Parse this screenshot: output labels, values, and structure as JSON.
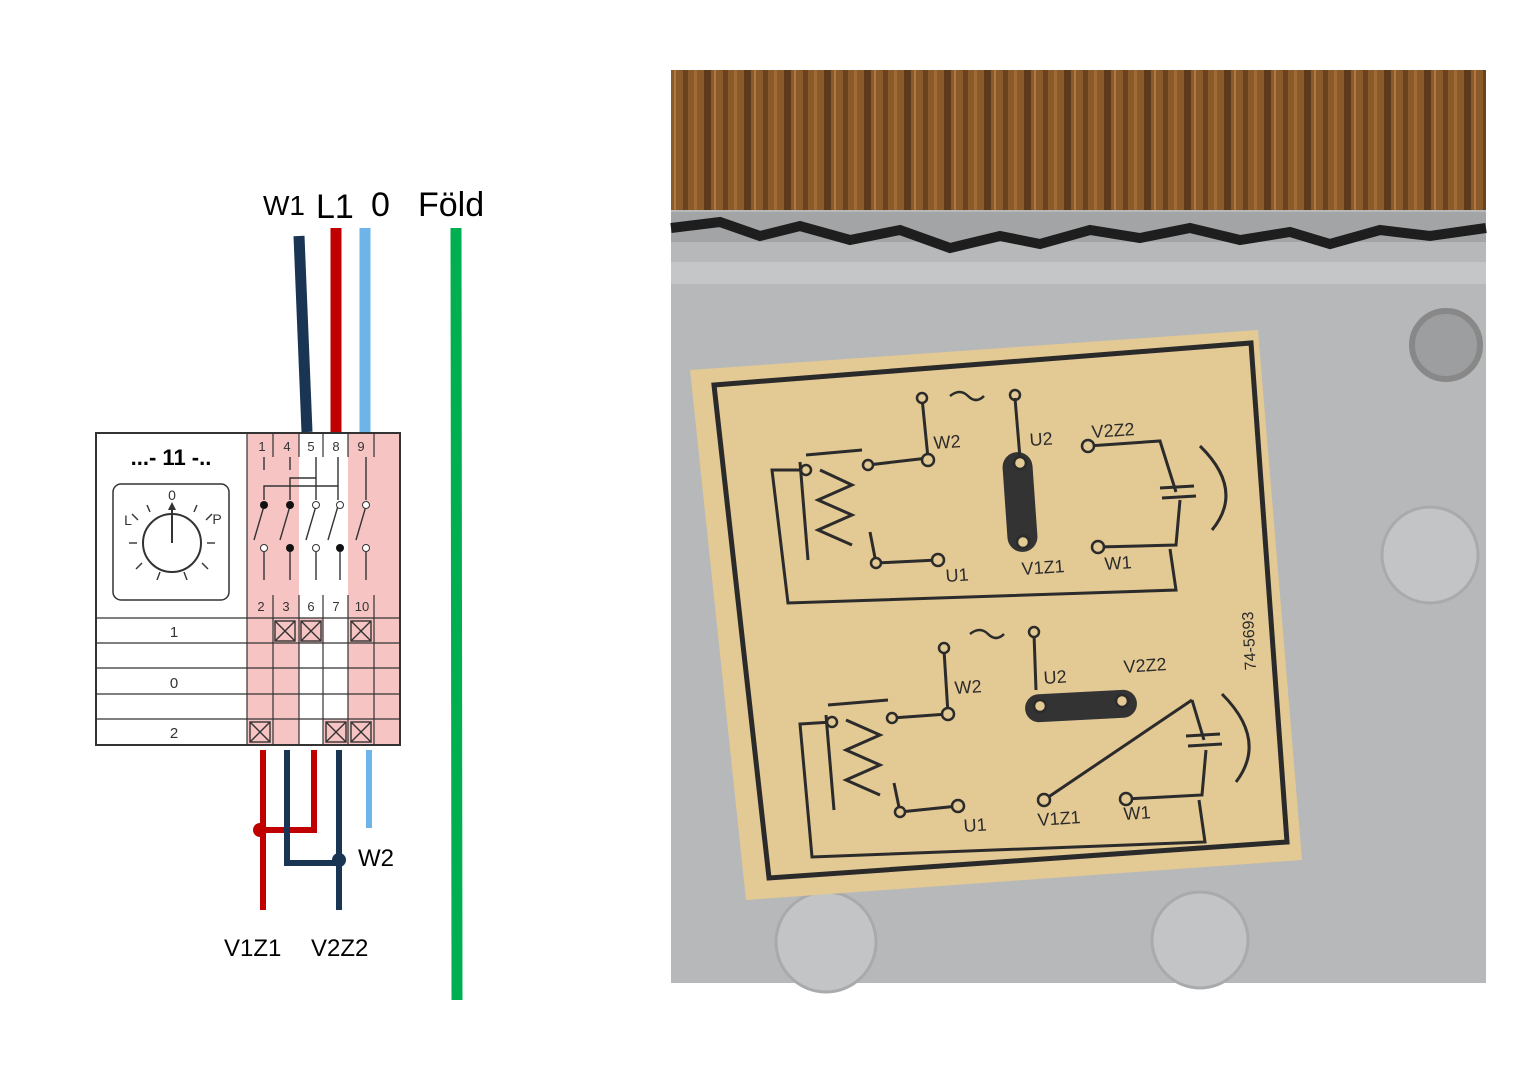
{
  "wiring": {
    "top_labels": {
      "w1": "W1",
      "l1": "L1",
      "zero": "0",
      "fold": "Föld"
    },
    "switch_title": "...- 11 -..",
    "dial": {
      "zero": "0",
      "left": "L",
      "right": "P"
    },
    "top_terminals": [
      "1",
      "4",
      "5",
      "8",
      "9"
    ],
    "bottom_terminals": [
      "2",
      "3",
      "6",
      "7",
      "10"
    ],
    "positions": [
      "1",
      "0",
      "2"
    ],
    "bottom_labels": {
      "w2": "W2",
      "v1z1": "V1Z1",
      "v2z2": "V2Z2"
    }
  },
  "colors": {
    "w1_wire": "#1a3553",
    "l1_wire": "#c00000",
    "zero_wire": "#6fb4e8",
    "earth_wire": "#00b050",
    "switch_fill": "#f7c4c4"
  },
  "photo": {
    "label": {
      "top": {
        "w2": "W2",
        "u2": "U2",
        "v2z2": "V2Z2",
        "u1": "U1",
        "v1z1": "V1Z1",
        "w1": "W1"
      },
      "bottom": {
        "w2": "W2",
        "u2": "U2",
        "v2z2": "V2Z2",
        "u1": "U1",
        "v1z1": "V1Z1",
        "w1": "W1"
      },
      "part_number": "74-5693"
    }
  }
}
